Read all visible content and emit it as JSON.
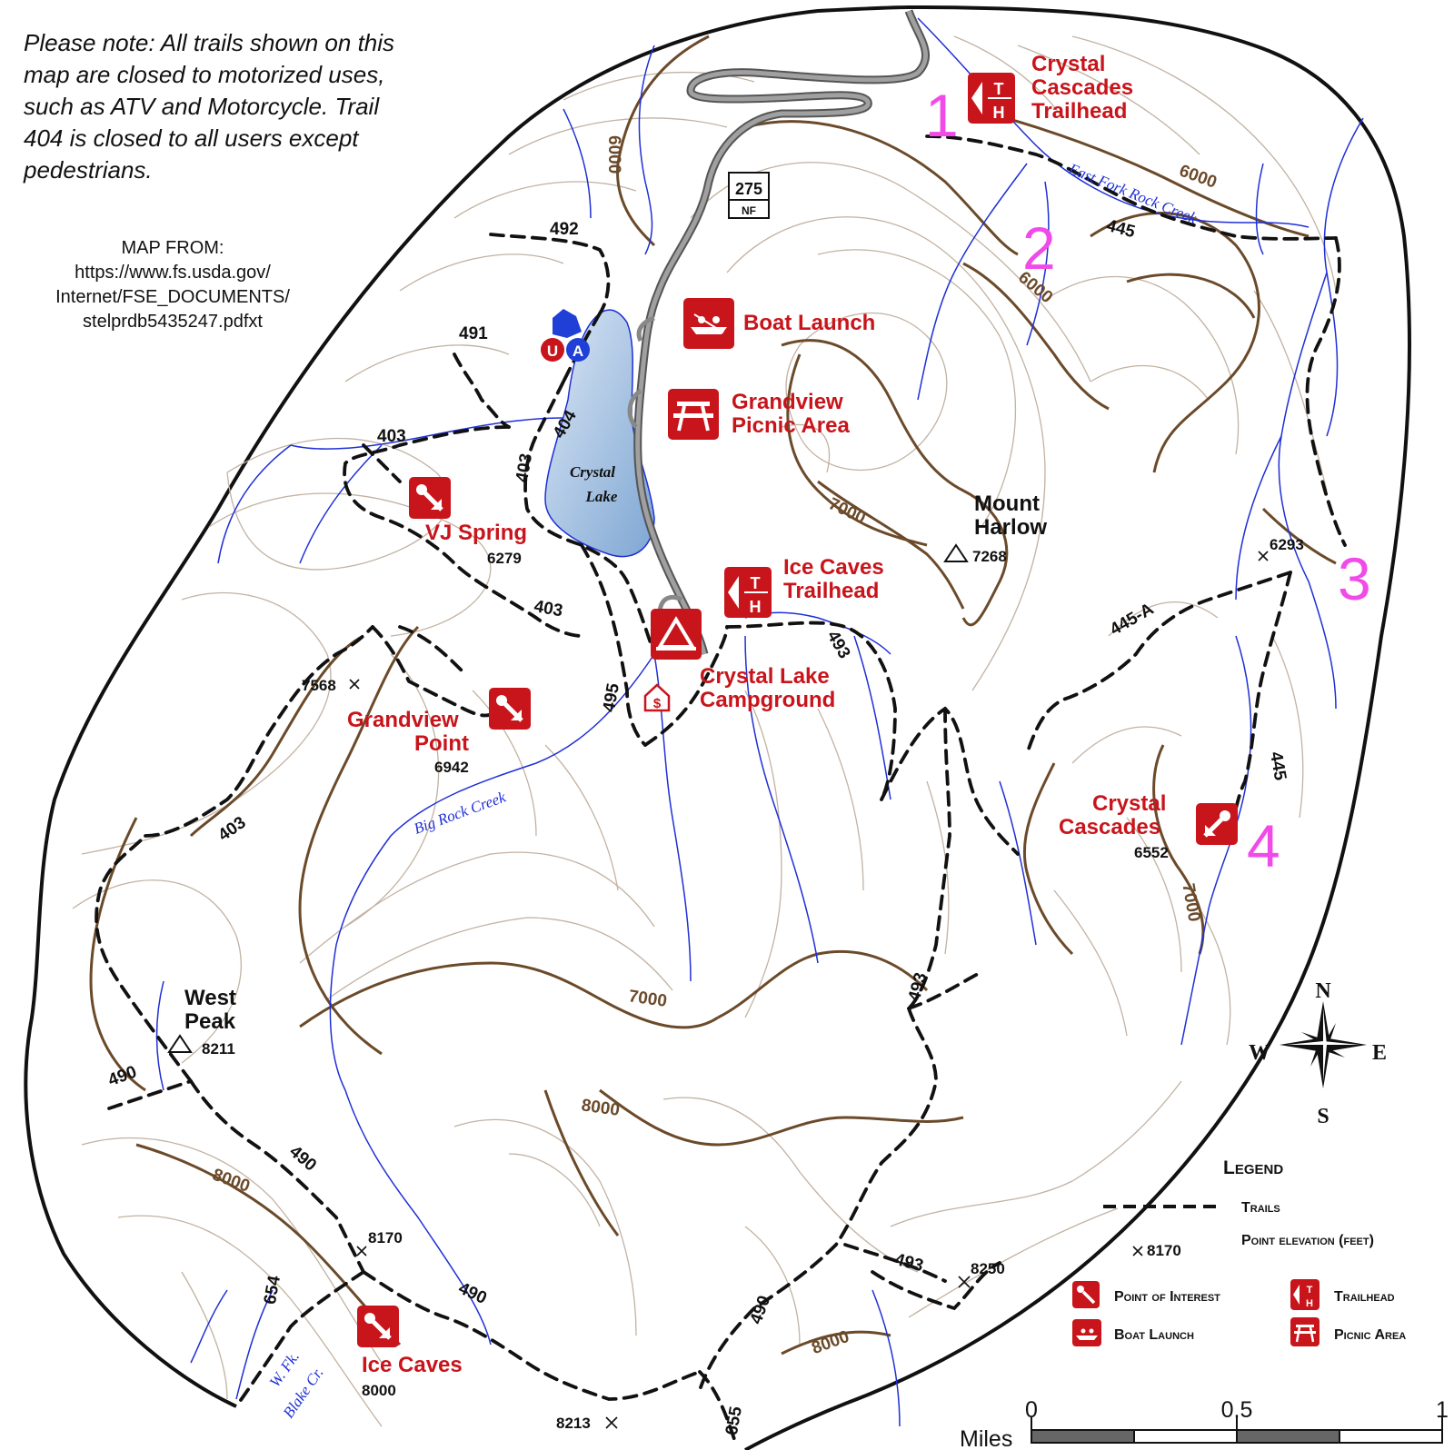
{
  "note": {
    "text": "Please note:  All trails shown on this map are closed to motorized uses, such as ATV and Motorcycle.  Trail 404 is closed to all users except pedestrians."
  },
  "source": {
    "line1": "MAP FROM:",
    "line2": "https://www.fs.usda.gov/",
    "line3": "Internet/FSE_DOCUMENTS/",
    "line4": "stelprdb5435247.pdfxt"
  },
  "places": {
    "crystal_cascades_trailhead": [
      "Crystal",
      "Cascades",
      "Trailhead"
    ],
    "boat_launch": "Boat Launch",
    "grandview_picnic": [
      "Grandview",
      "Picnic Area"
    ],
    "crystal_lake": [
      "Crystal",
      "Lake"
    ],
    "vj_spring": "VJ Spring",
    "vj_spring_elev": "6279",
    "ice_caves_trailhead": [
      "Ice Caves",
      "Trailhead"
    ],
    "crystal_lake_campground": [
      "Crystal Lake",
      "Campground"
    ],
    "grandview_point": [
      "Grandview",
      "Point"
    ],
    "grandview_point_elev": "6942",
    "mount_harlow": [
      "Mount",
      "Harlow"
    ],
    "mount_harlow_elev": "7268",
    "crystal_cascades": [
      "Crystal",
      "Cascades"
    ],
    "crystal_cascades_elev": "6552",
    "west_peak": [
      "West",
      "Peak"
    ],
    "west_peak_elev": "8211",
    "ice_caves": "Ice Caves",
    "ice_caves_elev": "8000"
  },
  "spot_elevations": [
    "7568",
    "6293",
    "8170",
    "8250",
    "8213"
  ],
  "trails": [
    "492",
    "491",
    "403",
    "404",
    "403",
    "403",
    "495",
    "493",
    "493",
    "403",
    "490",
    "490",
    "490",
    "490",
    "654",
    "655",
    "493",
    "445",
    "445-A",
    "445"
  ],
  "contours": [
    "6000",
    "6000",
    "6000",
    "7000",
    "7000",
    "7000",
    "8000",
    "8000",
    "8000"
  ],
  "creeks": {
    "east_fork": "East Fork Rock Creek",
    "big_rock": "Big Rock Creek",
    "wf_blake": [
      "W. Fk.",
      "Blake Cr."
    ]
  },
  "road": {
    "number": "275",
    "suffix": "NF"
  },
  "restroom": {
    "u": "U",
    "a": "A"
  },
  "numbers": [
    "1",
    "2",
    "3",
    "4"
  ],
  "compass": {
    "n": "N",
    "s": "S",
    "e": "E",
    "w": "W"
  },
  "legend": {
    "title": "Legend",
    "trails": "Trails",
    "spot": "8170",
    "point_elevation": "Point elevation (feet)",
    "point_of_interest": "Point of Interest",
    "trailhead": "Trailhead",
    "boat_launch": "Boat Launch",
    "picnic_area": "Picnic Area"
  },
  "scale": {
    "unit": "Miles",
    "t0": "0",
    "t1": "0.5",
    "t2": "1"
  },
  "colors": {
    "poi_red": "#c8141b",
    "contour_index": "#6b4a2a",
    "contour_minor": "#b9a795",
    "stream": "#1f2fd6",
    "road": "#7a7a7a",
    "lake": "#a7c4e4",
    "highlight_number": "#f04be8"
  }
}
